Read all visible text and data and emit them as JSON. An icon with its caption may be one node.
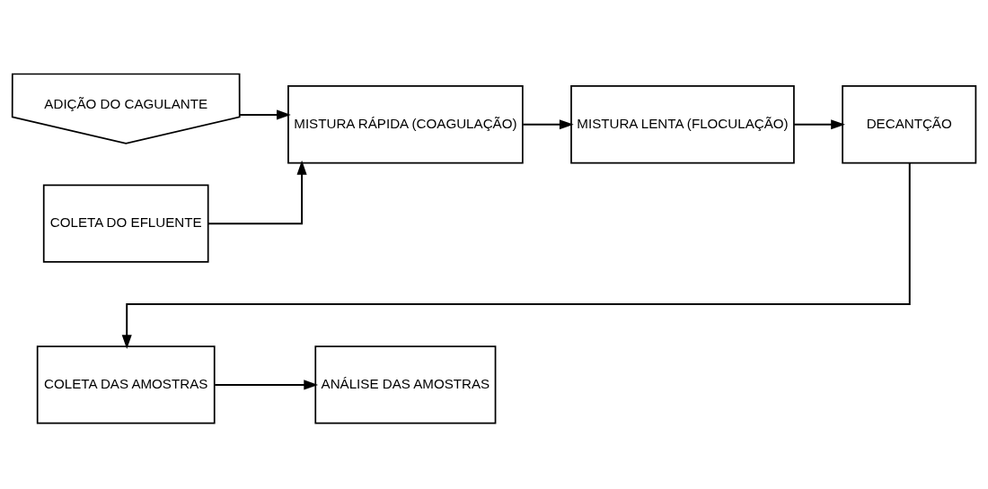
{
  "diagram": {
    "nodes": [
      {
        "text": [
          "ADIÇÃO DO CAGULANTE"
        ]
      },
      {
        "text": [
          "COLETA DO EFLUENTE"
        ]
      },
      {
        "text": [
          "MISTURA RÁPIDA (COAGULAÇÃO)"
        ]
      },
      {
        "text": [
          "MISTURA LENTA (FLOCULAÇÃO)"
        ]
      },
      {
        "text": [
          "DECANTÇÃO"
        ]
      },
      {
        "text": [
          "COLETA DAS AMOSTRAS"
        ]
      },
      {
        "text": [
          "ANÁLISE DAS AMOSTRAS"
        ]
      }
    ],
    "edges": [
      {
        "from": 0,
        "to": 2,
        "arrow": "to"
      },
      {
        "from": 1,
        "to": 2,
        "arrow": "to"
      },
      {
        "from": 2,
        "to": 3,
        "arrow": "to"
      },
      {
        "from": 3,
        "to": 4,
        "arrow": "to"
      },
      {
        "from": 4,
        "to": 5,
        "arrow": "to"
      },
      {
        "from": 5,
        "to": 6,
        "arrow": "to"
      }
    ]
  }
}
